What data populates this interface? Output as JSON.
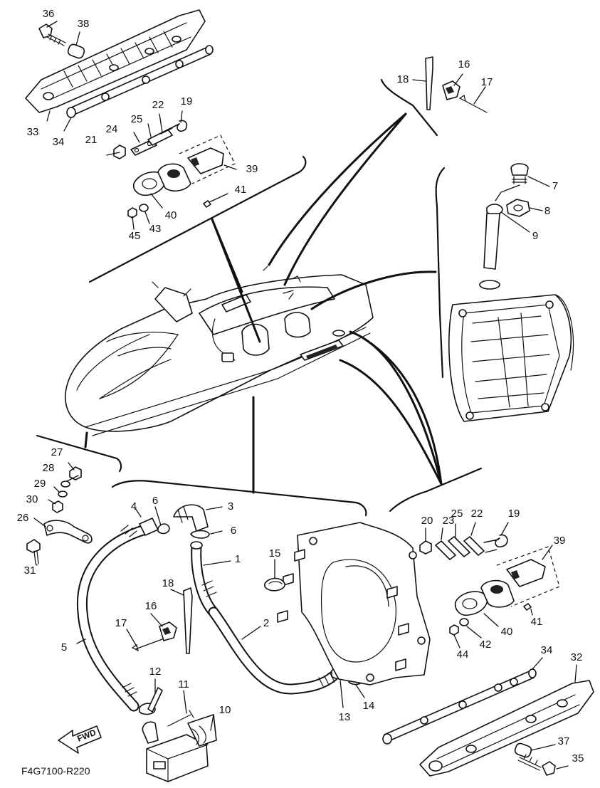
{
  "diagram_code": "F4G7100-R220",
  "fwd_label": "FWD",
  "part_numbers": {
    "p1": "1",
    "p2": "2",
    "p3": "3",
    "p4": "4",
    "p5": "5",
    "p6a": "6",
    "p6b": "6",
    "p7": "7",
    "p8": "8",
    "p9": "9",
    "p10": "10",
    "p11": "11",
    "p12": "12",
    "p13": "13",
    "p14": "14",
    "p15": "15",
    "p16a": "16",
    "p16b": "16",
    "p17a": "17",
    "p17b": "17",
    "p18a": "18",
    "p18b": "18",
    "p19a": "19",
    "p19b": "19",
    "p20": "20",
    "p21": "21",
    "p22a": "22",
    "p22b": "22",
    "p23": "23",
    "p24": "24",
    "p25a": "25",
    "p25b": "25",
    "p26": "26",
    "p27": "27",
    "p28": "28",
    "p29": "29",
    "p30": "30",
    "p31": "31",
    "p32": "32",
    "p33": "33",
    "p34a": "34",
    "p34b": "34",
    "p35": "35",
    "p36": "36",
    "p37": "37",
    "p38": "38",
    "p39a": "39",
    "p39b": "39",
    "p40a": "40",
    "p40b": "40",
    "p41a": "41",
    "p41b": "41",
    "p42": "42",
    "p43": "43",
    "p44": "44",
    "p45": "45"
  }
}
